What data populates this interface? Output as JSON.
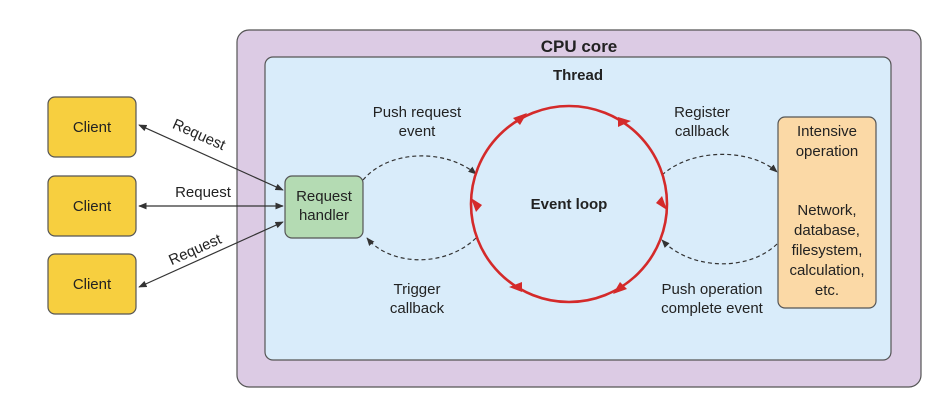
{
  "cpu_core": {
    "label": "CPU core"
  },
  "thread": {
    "label": "Thread"
  },
  "clients": [
    {
      "label": "Client",
      "request_label": "Request"
    },
    {
      "label": "Client",
      "request_label": "Request"
    },
    {
      "label": "Client",
      "request_label": "Request"
    }
  ],
  "request_handler": {
    "line1": "Request",
    "line2": "handler"
  },
  "event_loop": {
    "label": "Event loop"
  },
  "intensive_operation": {
    "title_line1": "Intensive",
    "title_line2": "operation",
    "examples": [
      "Network,",
      "database,",
      "filesystem,",
      "calculation,",
      "etc."
    ]
  },
  "flows": {
    "push_request_event": [
      "Push request",
      "event"
    ],
    "register_callback": [
      "Register",
      "callback"
    ],
    "trigger_callback": [
      "Trigger",
      "callback"
    ],
    "push_operation_complete": [
      "Push operation",
      "complete event"
    ]
  },
  "colors": {
    "cpu_core_fill": "#dccbe4",
    "thread_fill": "#d9ecfa",
    "client_fill": "#f7cf3f",
    "handler_fill": "#b4dbb3",
    "operation_fill": "#fbd9a6",
    "loop_color": "#d42a2a"
  }
}
